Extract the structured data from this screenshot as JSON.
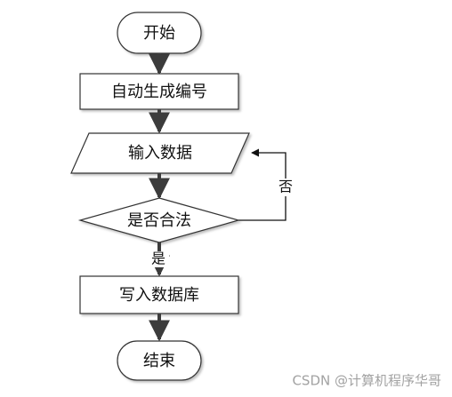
{
  "nodes": {
    "start": "开始",
    "generate_number": "自动生成编号",
    "input_data": "输入数据",
    "validate": "是否合法",
    "write_db": "写入数据库",
    "end": "结束"
  },
  "edges": {
    "yes_label": "是",
    "no_label": "否"
  },
  "watermark": "CSDN @计算机程序华哥"
}
